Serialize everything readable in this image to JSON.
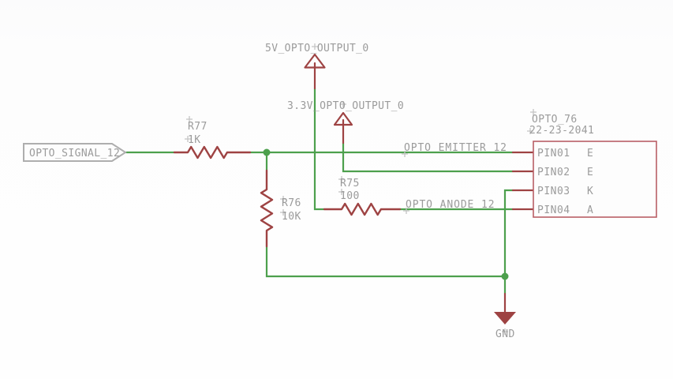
{
  "colors": {
    "wire_green": "#4da04d",
    "component_red": "#9e4343",
    "ic_box_red": "#b95f66",
    "label_gray": "#9b9b9b",
    "flag_outline_gray": "#aeaeae",
    "background": "#fdfdfd"
  },
  "input_flag": {
    "label": "OPTO_SIGNAL_12"
  },
  "power": {
    "v5": {
      "label": "5V_OPTO_OUTPUT_0"
    },
    "v33": {
      "label": "3.3V_OPTO_OUTPUT_0"
    },
    "gnd": {
      "label": "GND"
    }
  },
  "resistors": {
    "r77": {
      "ref": "R77",
      "value": "1K"
    },
    "r76": {
      "ref": "R76",
      "value": "10K"
    },
    "r75": {
      "ref": "R75",
      "value": "100"
    }
  },
  "nets": {
    "emitter": "OPTO EMITTER 12",
    "anode": "OPTO ANODE 12"
  },
  "ic": {
    "ref": "OPTO_76",
    "value": "22-23-2041",
    "pins": [
      {
        "number": "PIN01",
        "name": "E"
      },
      {
        "number": "PIN02",
        "name": "E"
      },
      {
        "number": "PIN03",
        "name": "K"
      },
      {
        "number": "PIN04",
        "name": "A"
      }
    ]
  }
}
